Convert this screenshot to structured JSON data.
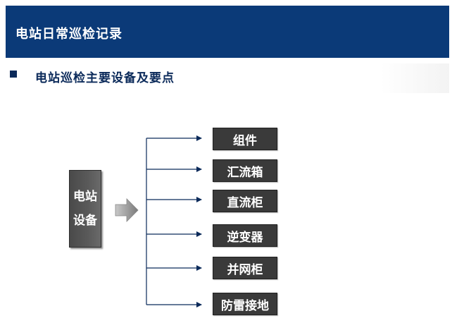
{
  "header": {
    "title": "电站日常巡检记录"
  },
  "section": {
    "heading": "电站巡检主要设备及要点"
  },
  "diagram": {
    "root": {
      "line1": "电站",
      "line2": "设备"
    },
    "items": [
      {
        "label": "组件"
      },
      {
        "label": "汇流箱"
      },
      {
        "label": "直流柜"
      },
      {
        "label": "逆变器"
      },
      {
        "label": "并网柜"
      },
      {
        "label": "防雷接地"
      }
    ]
  },
  "colors": {
    "header_bg": "#0b3a78",
    "node_bg": "#3a3a3a",
    "connector": "#0b2a5a"
  }
}
